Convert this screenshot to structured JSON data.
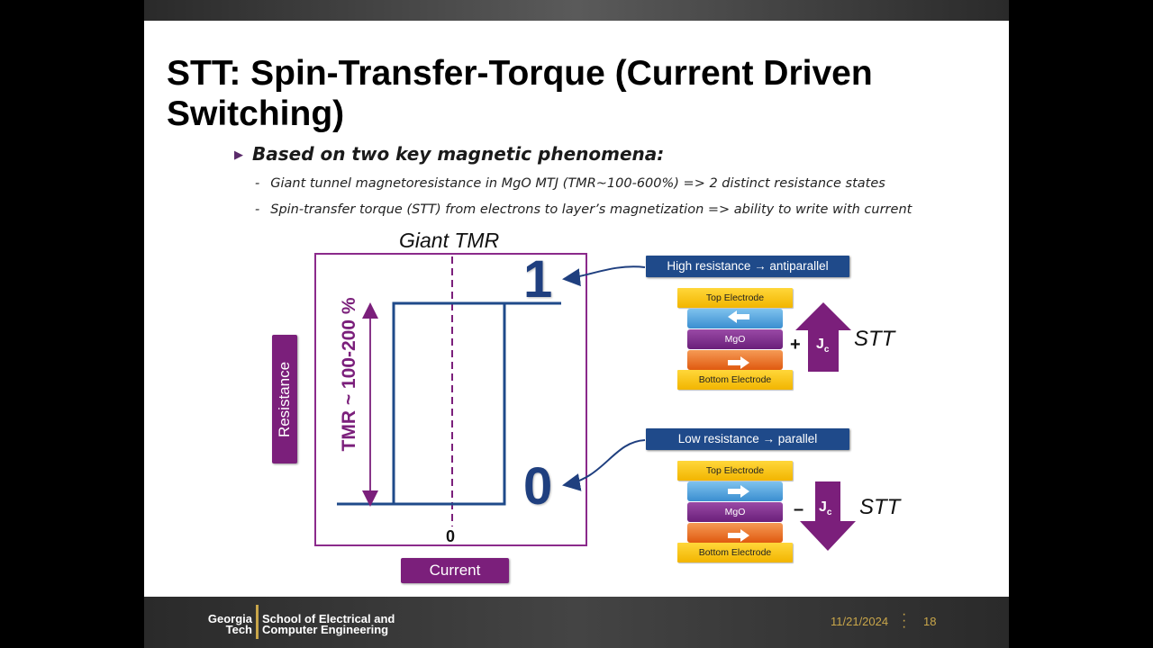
{
  "slide": {
    "title": "STT: Spin-Transfer-Torque (Current Driven Switching)",
    "bullet": "Based on two key magnetic phenomena:",
    "sub_items": [
      "Giant tunnel magnetoresistance in MgO MTJ (TMR~100-600%) => 2 distinct resistance states",
      "Spin-transfer torque (STT) from electrons to layer’s magnetization => ability to write with current"
    ]
  },
  "figure": {
    "plot_title": "Giant TMR",
    "y_axis_label": "Resistance",
    "x_axis_label": "Current",
    "tmr_annotation": "TMR ~ 100-200 %",
    "x_zero_tick": "0",
    "state_high": "1",
    "state_low": "0",
    "high_state_label": "High resistance → antiparallel",
    "low_state_label": "Low resistance → parallel",
    "stack_high": {
      "top": "Top Electrode",
      "barrier": "MgO",
      "bottom": "Bottom Electrode",
      "sign": "+",
      "current": "J",
      "current_sub": "c",
      "torque": "STT"
    },
    "stack_low": {
      "top": "Top Electrode",
      "barrier": "MgO",
      "bottom": "Bottom Electrode",
      "sign": "–",
      "current": "J",
      "current_sub": "c",
      "torque": "STT"
    },
    "colors": {
      "plot_border": "#8b2a8b",
      "loop": "#1f4a8a",
      "label_pill": "#1f4a8a",
      "axis_label": "#7b1f7b"
    }
  },
  "footer": {
    "logo_line1": "Georgia",
    "logo_line2": "Tech",
    "school_line1": "School of Electrical and",
    "school_line2": "Computer Engineering",
    "date": "11/21/2024",
    "page_number": "18"
  }
}
